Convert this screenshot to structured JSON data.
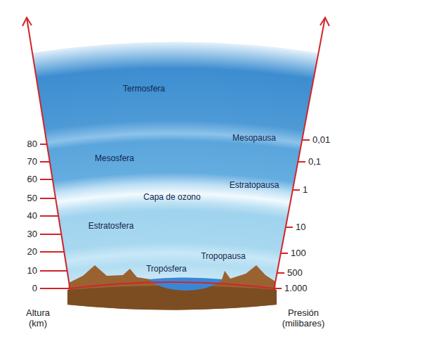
{
  "diagram": {
    "labels": [
      "Termosfera",
      "Mesopausa",
      "Mesosfera",
      "Estratopausa",
      "Capa de ozono",
      "Estratosfera",
      "Tropopausa",
      "Tropósfera",
      "80",
      "70",
      "60",
      "50",
      "40",
      "30",
      "20",
      "10",
      "0",
      "Altura (km)",
      "0,01",
      "0,1",
      "1",
      "10",
      "100",
      "500",
      "1.000",
      "Presión (milibares)"
    ]
  }
}
